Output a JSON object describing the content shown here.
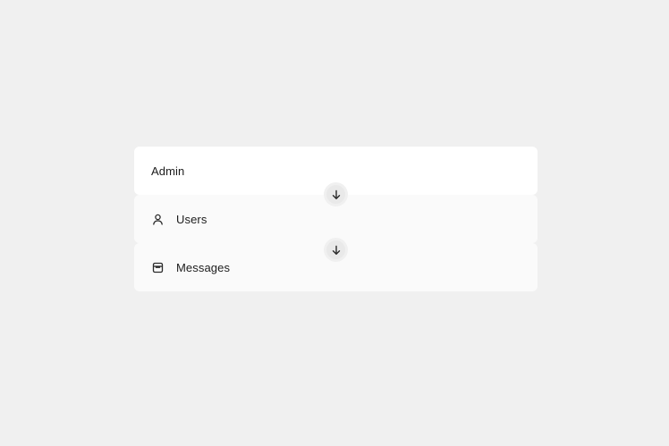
{
  "flow": {
    "steps": [
      {
        "label": "Admin",
        "icon": null
      },
      {
        "label": "Users",
        "icon": "user-icon"
      },
      {
        "label": "Messages",
        "icon": "inbox-icon"
      }
    ],
    "connector_icon": "arrow-down-icon"
  },
  "colors": {
    "background": "#f0f0f0",
    "card_primary": "#ffffff",
    "card_secondary": "#fafafa",
    "text": "#1c1c1c"
  }
}
